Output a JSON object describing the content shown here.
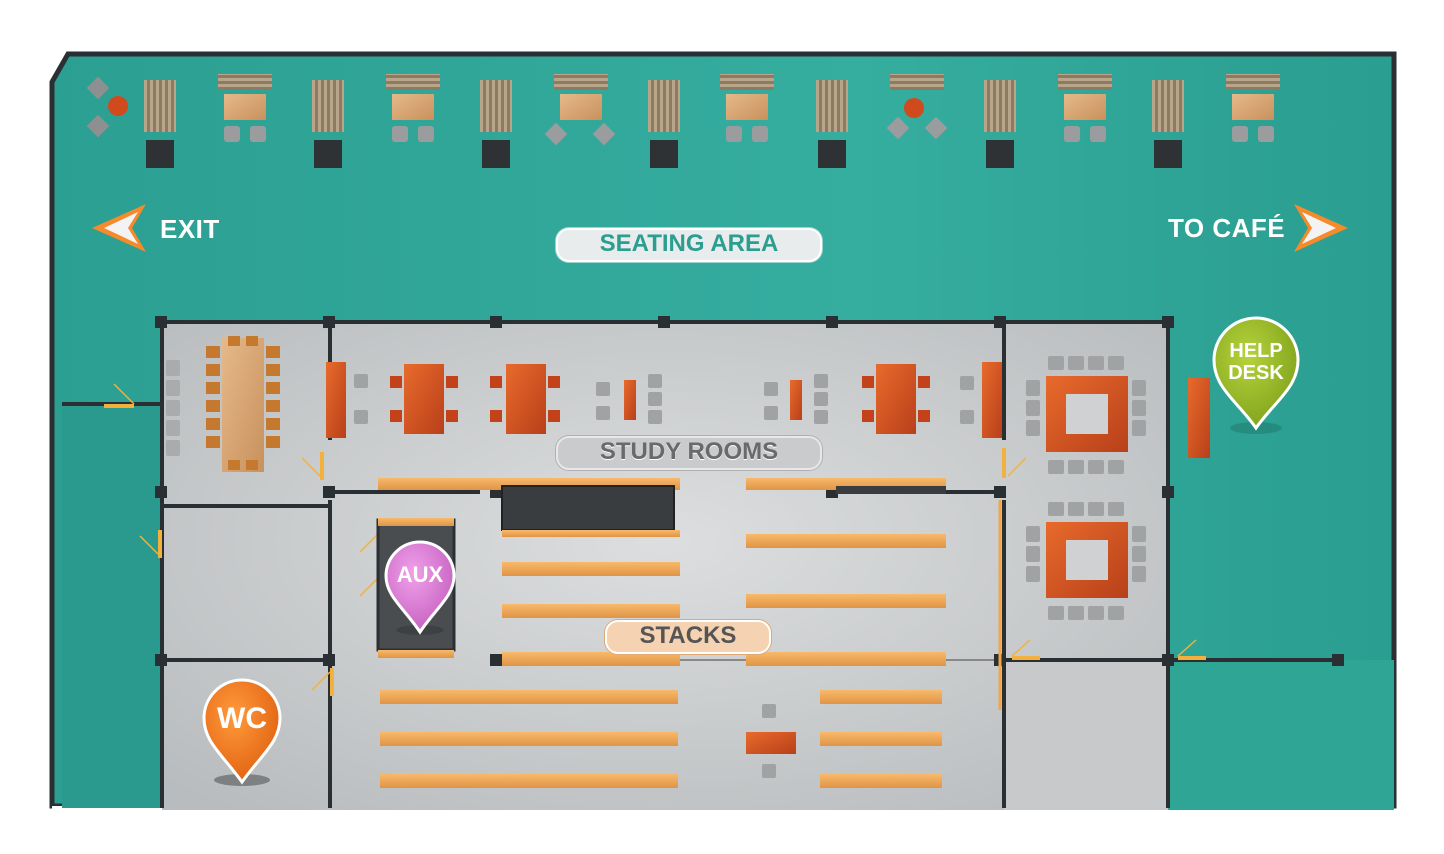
{
  "nav": {
    "exit_label": "EXIT",
    "cafe_label": "TO CAFÉ"
  },
  "areas": {
    "seating": "SEATING AREA",
    "study_rooms": "STUDY ROOMS",
    "stacks": "STACKS"
  },
  "pins": {
    "help_desk_line1": "HELP",
    "help_desk_line2": "DESK",
    "aux": "AUX",
    "wc": "WC"
  },
  "colors": {
    "floor_teal": "#2ca496",
    "room_gray": "#cfd1d3",
    "wall": "#2a2f33",
    "wood_orange": "#f3a85a",
    "table_red": "#d9561f",
    "arrow_orange": "#f58b2b",
    "pin_help": "#9bbd2a",
    "pin_aux": "#d97bd4",
    "pin_wc": "#f07a1e",
    "label_teal_text": "#2a9e91",
    "label_gray_text": "#666666",
    "label_stacks_text": "#555555"
  }
}
